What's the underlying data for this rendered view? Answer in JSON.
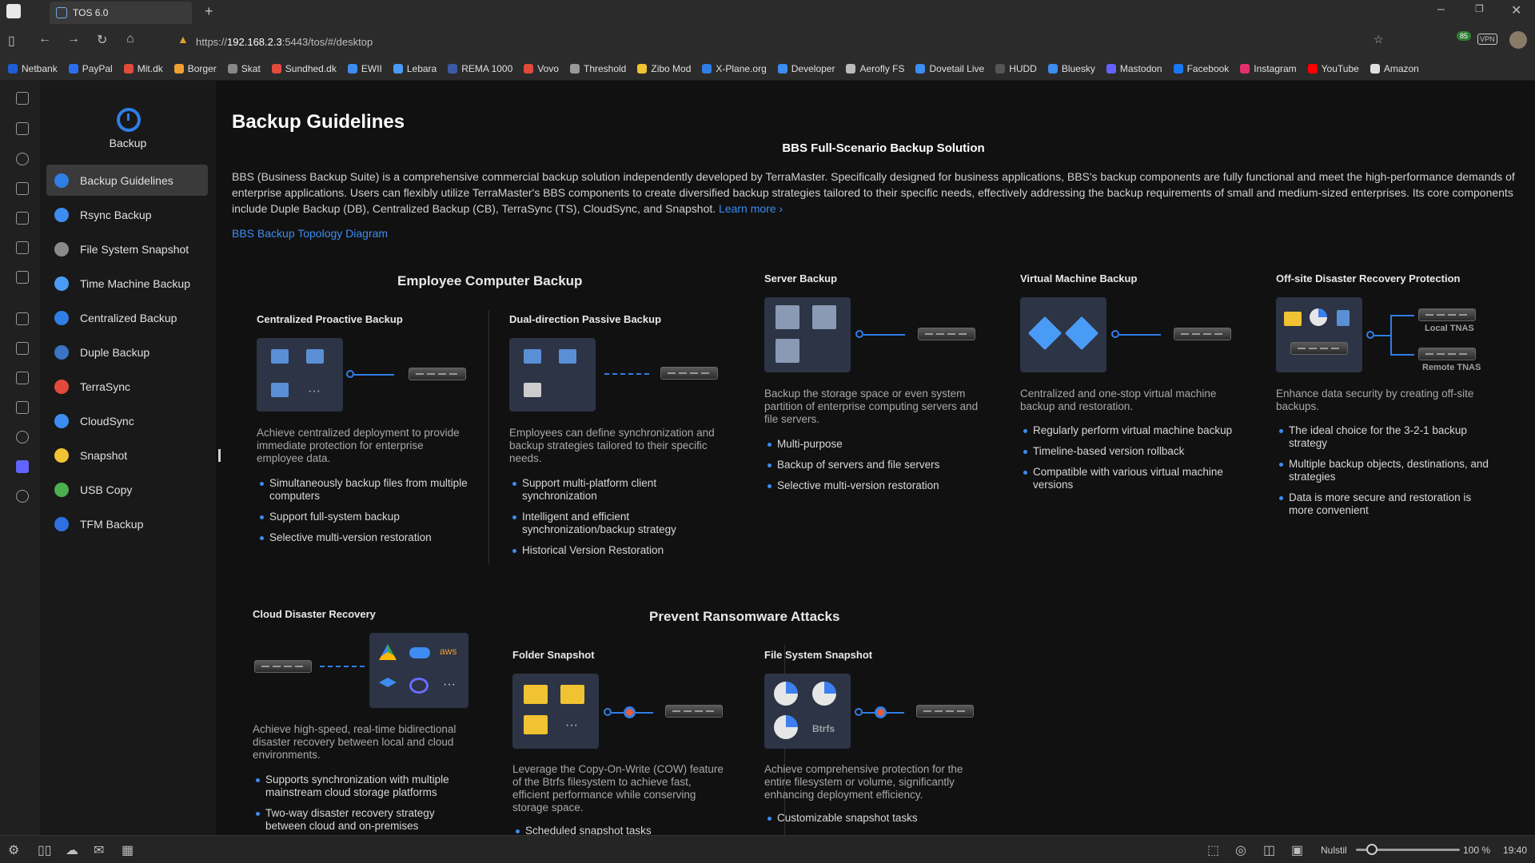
{
  "browser": {
    "tab_title": "TOS 6.0",
    "url_prefix": "https://",
    "url_host": "192.168.2.3",
    "url_rest": ":5443/tos/#/desktop",
    "bookmarks": [
      "Netbank",
      "PayPal",
      "Mit.dk",
      "Borger",
      "Skat",
      "Sundhed.dk",
      "EWII",
      "Lebara",
      "REMA 1000",
      "Vovo",
      "Threshold",
      "Zibo Mod",
      "X-Plane.org",
      "Developer",
      "Aerofly FS",
      "Dovetail Live",
      "HUDD",
      "Bluesky",
      "Mastodon",
      "Facebook",
      "Instagram",
      "YouTube",
      "Amazon"
    ],
    "vpn_label": "VPN",
    "badge_count": "85"
  },
  "app": {
    "title": "Backup",
    "menu": [
      {
        "label": "Backup Guidelines",
        "color": "#2f7ee6"
      },
      {
        "label": "Rsync Backup",
        "color": "#3d8cf0"
      },
      {
        "label": "File System Snapshot",
        "color": "#8a8a8a"
      },
      {
        "label": "Time Machine Backup",
        "color": "#4a9bf5"
      },
      {
        "label": "Centralized Backup",
        "color": "#2f7ee6"
      },
      {
        "label": "Duple Backup",
        "color": "#3b74c4"
      },
      {
        "label": "TerraSync",
        "color": "#e24a3b"
      },
      {
        "label": "CloudSync",
        "color": "#3d8cf0"
      },
      {
        "label": "Snapshot",
        "color": "#f1c232"
      },
      {
        "label": "USB Copy",
        "color": "#4caf50"
      },
      {
        "label": "TFM Backup",
        "color": "#2f6fe0"
      }
    ]
  },
  "page": {
    "heading": "Backup Guidelines",
    "subtitle": "BBS Full-Scenario Backup Solution",
    "intro": "BBS (Business Backup Suite) is a comprehensive commercial backup solution independently developed by TerraMaster. Specifically designed for business applications, BBS's backup components are fully functional and meet the high-performance demands of enterprise applications. Users can flexibly utilize TerraMaster's BBS components to create diversified backup strategies tailored to their specific needs, effectively addressing the backup requirements of small and medium-sized enterprises. Its core components include Duple Backup (DB), Centralized Backup (CB), TerraSync (TS), CloudSync, and Snapshot.",
    "learn_more": "Learn more",
    "topology_link": "BBS Backup Topology Diagram",
    "employee_title": "Employee Computer Backup",
    "centralized": {
      "title": "Centralized Proactive Backup",
      "desc": "Achieve centralized deployment to provide immediate protection for enterprise employee data.",
      "bullets": [
        "Simultaneously backup files from multiple computers",
        "Support full-system backup",
        "Selective multi-version restoration"
      ]
    },
    "dual": {
      "title": "Dual-direction Passive Backup",
      "desc": "Employees can define synchronization and backup strategies tailored to their specific needs.",
      "bullets": [
        "Support multi-platform client synchronization",
        "Intelligent and efficient synchronization/backup strategy",
        "Historical Version Restoration"
      ]
    },
    "server": {
      "title": "Server Backup",
      "desc": "Backup the storage space or even system partition of enterprise computing servers and file servers.",
      "bullets": [
        "Multi-purpose",
        "Backup of servers and file servers",
        "Selective multi-version restoration"
      ]
    },
    "vm": {
      "title": "Virtual Machine Backup",
      "desc": "Centralized and one-stop virtual machine backup and restoration.",
      "bullets": [
        "Regularly perform virtual machine backup",
        "Timeline-based version rollback",
        "Compatible with various virtual machine versions"
      ]
    },
    "offsite": {
      "title": "Off-site Disaster Recovery Protection",
      "desc": "Enhance data security by creating off-site backups.",
      "bullets": [
        "The ideal choice for the 3-2-1 backup strategy",
        "Multiple backup objects, destinations, and strategies",
        "Data is more secure and restoration is more convenient"
      ],
      "local_label": "Local TNAS",
      "remote_label": "Remote TNAS"
    },
    "cloud": {
      "title": "Cloud Disaster Recovery",
      "desc": "Achieve high-speed, real-time bidirectional disaster recovery between local and cloud environments.",
      "bullets": [
        "Supports synchronization with multiple mainstream cloud storage platforms",
        "Two-way disaster recovery strategy between cloud and on-premises"
      ]
    },
    "ransom_title": "Prevent Ransomware Attacks",
    "folder_snap": {
      "title": "Folder Snapshot",
      "desc": "Leverage the Copy-On-Write (COW) feature of the Btrfs filesystem to achieve fast, efficient performance while conserving storage space.",
      "bullets": [
        "Scheduled snapshot tasks"
      ]
    },
    "fs_snap": {
      "title": "File System Snapshot",
      "desc": "Achieve comprehensive protection for the entire filesystem or volume, significantly enhancing deployment efficiency.",
      "bullets": [
        "Customizable snapshot tasks"
      ],
      "btrfs_label": "Btrfs"
    }
  },
  "status": {
    "reset_label": "Nulstil",
    "zoom": "100 %",
    "zoom_fraction": 0.1,
    "time": "19:40"
  }
}
